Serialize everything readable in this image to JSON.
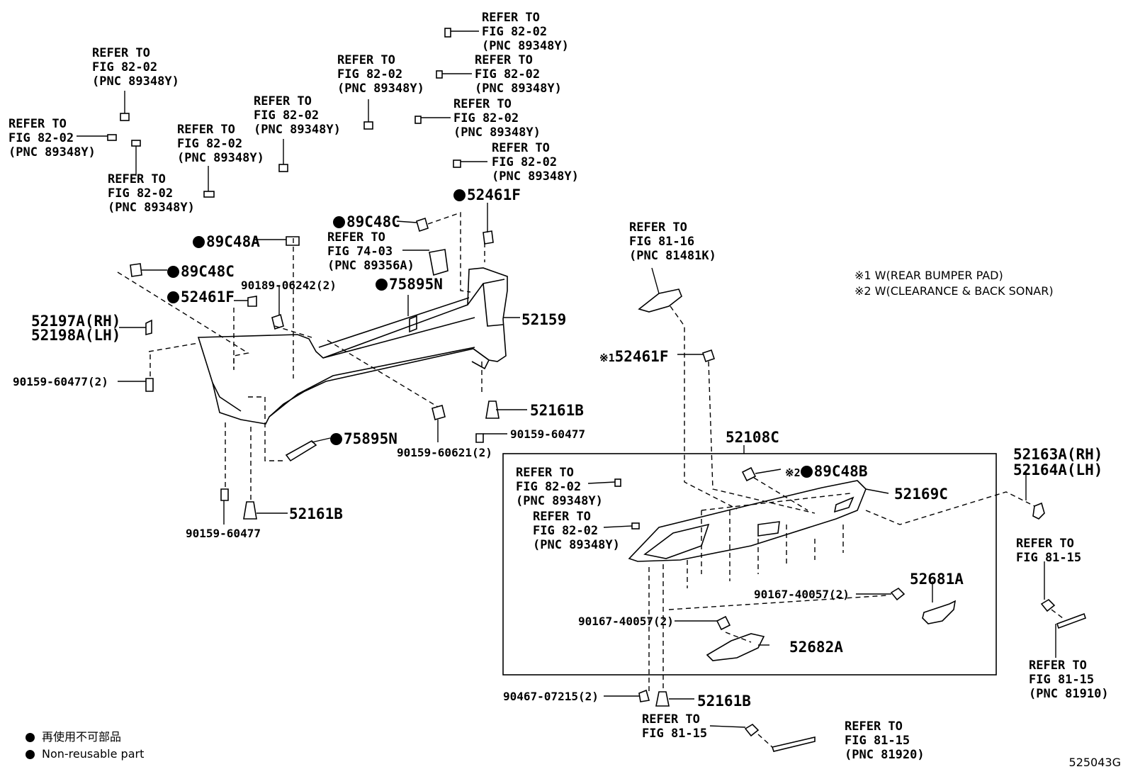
{
  "refer": {
    "r1": {
      "l1": "REFER TO",
      "l2": "FIG 82-02",
      "l3": "(PNC 89348Y)"
    },
    "r2": {
      "l1": "REFER TO",
      "l2": "FIG 82-02",
      "l3": "(PNC 89348Y)"
    },
    "r3": {
      "l1": "REFER TO",
      "l2": "FIG 82-02",
      "l3": "(PNC 89348Y)"
    },
    "r4": {
      "l1": "REFER TO",
      "l2": "FIG 82-02",
      "l3": "(PNC 89348Y)"
    },
    "r5": {
      "l1": "REFER TO",
      "l2": "FIG 82-02",
      "l3": "(PNC 89348Y)"
    },
    "r6": {
      "l1": "REFER TO",
      "l2": "FIG 82-02",
      "l3": "(PNC 89348Y)"
    },
    "r7": {
      "l1": "REFER TO",
      "l2": "FIG 82-02",
      "l3": "(PNC 89348Y)"
    },
    "r8": {
      "l1": "REFER TO",
      "l2": "FIG 82-02",
      "l3": "(PNC 89348Y)"
    },
    "r9": {
      "l1": "REFER TO",
      "l2": "FIG 82-02",
      "l3": "(PNC 89348Y)"
    },
    "r10": {
      "l1": "REFER TO",
      "l2": "FIG 82-02",
      "l3": "(PNC 89348Y)"
    },
    "r11": {
      "l1": "REFER TO",
      "l2": "FIG 74-03",
      "l3": "(PNC 89356A)"
    },
    "r12": {
      "l1": "REFER TO",
      "l2": "FIG 81-16",
      "l3": "(PNC 81481K)"
    },
    "r13": {
      "l1": "REFER TO",
      "l2": "FIG 82-02",
      "l3": "(PNC 89348Y)"
    },
    "r14": {
      "l1": "REFER TO",
      "l2": "FIG 82-02",
      "l3": "(PNC 89348Y)"
    },
    "r15": {
      "l1": "REFER TO",
      "l2": "FIG 81-15"
    },
    "r16": {
      "l1": "REFER TO",
      "l2": "FIG 81-15",
      "l3": "(PNC 81910)"
    },
    "r17": {
      "l1": "REFER TO",
      "l2": "FIG 81-15"
    },
    "r18": {
      "l1": "REFER TO",
      "l2": "FIG 81-15",
      "l3": "(PNC 81920)"
    }
  },
  "parts": {
    "p52461F_top": "52461F",
    "p89C48C_top": "89C48C",
    "p89C48A": "89C48A",
    "p89C48C_left": "89C48C",
    "p90189": "90189-06242(2)",
    "p75895N_top": "75895N",
    "p52461F_left": "52461F",
    "p52159": "52159",
    "p52197A": "52197A(RH)",
    "p52198A": "52198A(LH)",
    "p90159_60477_2": "90159-60477(2)",
    "p52161B_mid": "52161B",
    "p90159_60477_mid": "90159-60477",
    "p90159_60621": "90159-60621(2)",
    "p75895N_bot": "75895N",
    "p52161B_left": "52161B",
    "p90159_60477_bot": "90159-60477",
    "p52461F_right": "52461F",
    "p52108C": "52108C",
    "p89C48B": "89C48B",
    "p52169C": "52169C",
    "p52163A": "52163A(RH)",
    "p52164A": "52164A(LH)",
    "p52681A": "52681A",
    "p90167_a": "90167-40057(2)",
    "p90167_b": "90167-40057(2)",
    "p52682A": "52682A",
    "p90467": "90467-07215(2)",
    "p52161B_bot": "52161B"
  },
  "marks": {
    "note1": "※1",
    "note2": "※2"
  },
  "notes": {
    "n1": "※1 W(REAR BUMPER PAD)",
    "n2": "※2 W(CLEARANCE & BACK SONAR)"
  },
  "legend": {
    "jp": "再使用不可部品",
    "en": "Non-reusable part"
  },
  "figure_code": "525043G"
}
